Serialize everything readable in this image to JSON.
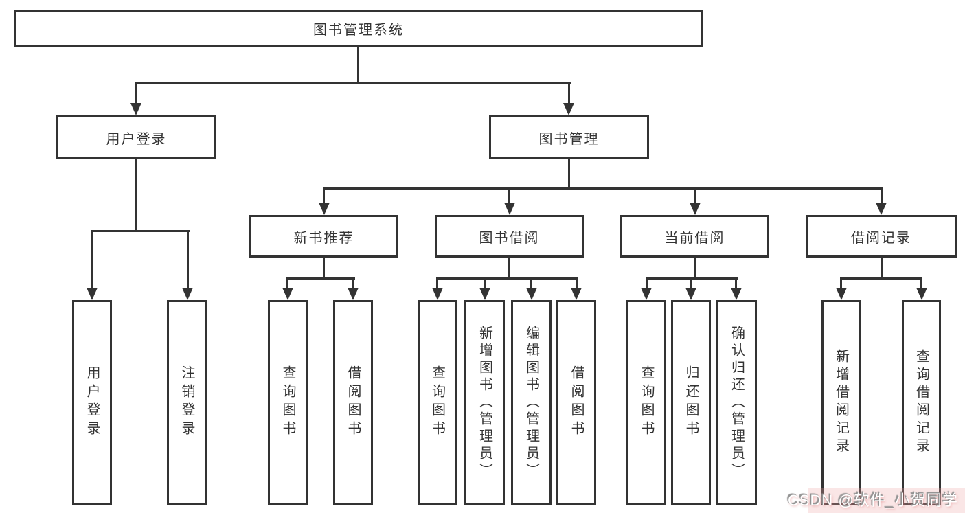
{
  "title": "图书管理系统",
  "tree": {
    "root": "图书管理系统",
    "branches": [
      {
        "label": "用户登录",
        "children": [
          "用户登录",
          "注销登录"
        ]
      },
      {
        "label": "图书管理",
        "children": [
          {
            "label": "新书推荐",
            "children": [
              "查询图书",
              "借阅图书"
            ]
          },
          {
            "label": "图书借阅",
            "children": [
              "查询图书",
              "新增图书（管理员）",
              "编辑图书（管理员）",
              "借阅图书"
            ]
          },
          {
            "label": "当前借阅",
            "children": [
              "查询图书",
              "归还图书",
              "确认归还（管理员）"
            ]
          },
          {
            "label": "借阅记录",
            "children": [
              "新增借阅记录",
              "查询借阅记录"
            ]
          }
        ]
      }
    ]
  },
  "watermark": "CSDN @软件_小贺同学",
  "colors": {
    "line": "#333333",
    "text": "#333333",
    "background": "#ffffff",
    "watermark_fill": "#ffffff",
    "watermark_shadow": "#8f8f8f",
    "watermark_tint": "#eea5a5"
  }
}
